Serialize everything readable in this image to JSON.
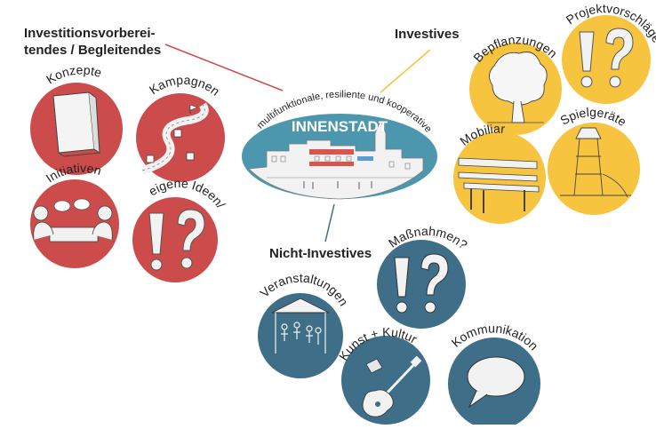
{
  "center": {
    "arc_text": "multifunktionale, resiliente und kooperative",
    "title": "INNENSTADT"
  },
  "categories": {
    "investitionsvorbereitendes": {
      "line1": "Investitionsvorberei-",
      "line2": "tendes / Begleitendes",
      "color": "#cc4b4b"
    },
    "investives": {
      "label": "Investives",
      "color": "#f6c43e"
    },
    "nicht_investives": {
      "label": "Nicht-Investives",
      "color": "#3f6f88"
    }
  },
  "bubbles": {
    "konzepte": "Konzepte",
    "kampagnen": "Kampagnen",
    "initiativen": "Initiativen",
    "eigene_ideen": "eigene Ideen/",
    "bepflanzungen": "Bepflanzungen",
    "projektvorschlaege": "Projektvorschläge",
    "mobiliar": "Mobiliar",
    "spielgeraete": "Spielgeräte",
    "massnahmen": "Maßnahmen?",
    "veranstaltungen": "Veranstaltungen",
    "kunst_kultur": "Kunst + Kultur",
    "kommunikation": "Kommunikation"
  },
  "icons": {
    "konzepte": "booklet-icon",
    "kampagnen": "winding-road-icon",
    "initiativen": "meeting-people-icon",
    "eigene_ideen": "exclamation-question-icon",
    "bepflanzungen": "tree-icon",
    "projektvorschlaege": "exclamation-question-icon",
    "mobiliar": "bench-icon",
    "spielgeraete": "playground-tower-icon",
    "massnahmen": "exclamation-question-icon",
    "veranstaltungen": "event-tent-icon",
    "kunst_kultur": "guitar-icon",
    "kommunikation": "speech-bubble-icon"
  }
}
